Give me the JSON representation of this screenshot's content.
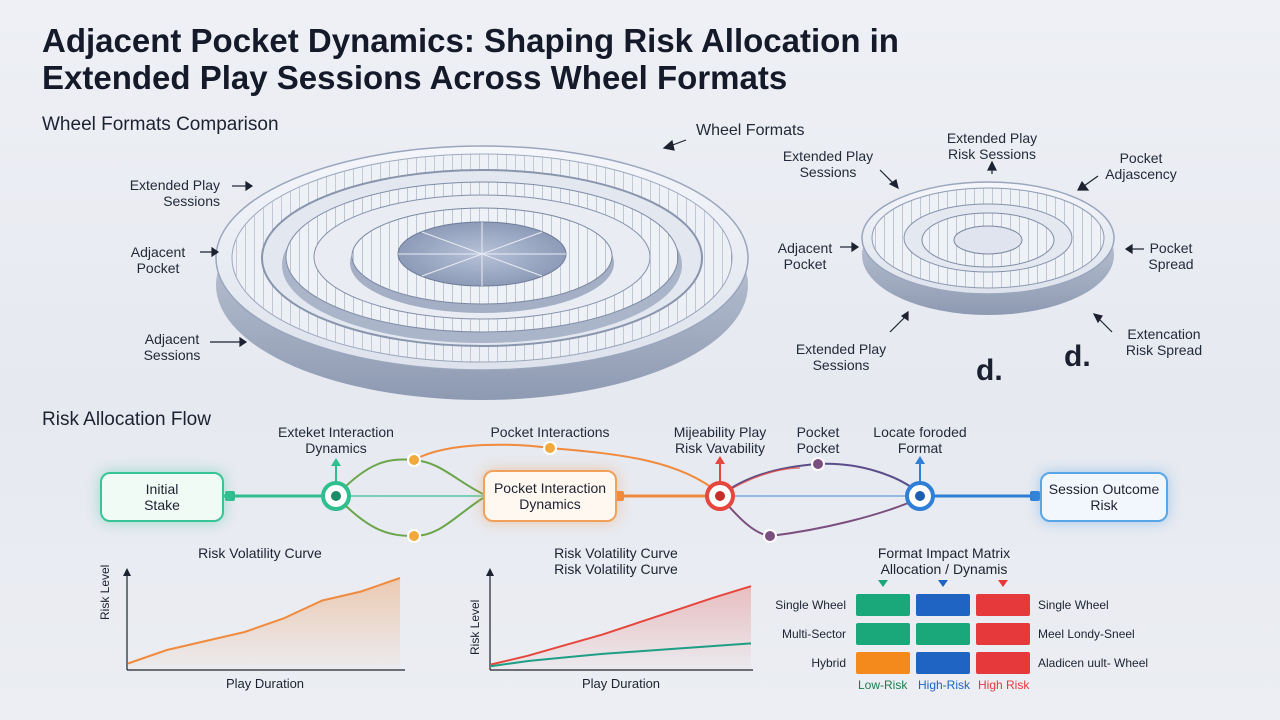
{
  "title": "Adjacent Pocket Dynamics: Shaping Risk Allocation in Extended Play Sessions Across Wheel Formats",
  "wheels": {
    "section_title": "Wheel Formats Comparison",
    "big_labels": {
      "extended_play_sessions": "Extended Play\nSessions",
      "adjacent_pocket": "Adjacent\nPocket",
      "adjacent_sessions": "Adjacent\nSessions",
      "wheel_formats": "Wheel Formats"
    },
    "small_labels": {
      "extended_play_sessions": "Extended Play\nSessions",
      "extended_play_risk_sessions": "Extended Play\nRisk Sessions",
      "pocket_adjascency": "Pocket\nAdjascency",
      "adjacent_pocket": "Adjacent\nPocket",
      "pocket_spread": "Pocket\nSpread",
      "extended_play_sessions_bottom": "Extended Play\nSessions",
      "extencation_risk_spread": "Extencation\nRisk Spread"
    },
    "marker_left": "d.",
    "marker_right": "d."
  },
  "flow": {
    "section_title": "Risk Allocation Flow",
    "nodes": {
      "initial": "Initial\nStake",
      "pocket": "Pocket Interaction\nDynamics",
      "outcome": "Session Outcome\nRisk"
    },
    "top_labels": {
      "exteket": "Exteket Interaction\nDynamics",
      "pocket_interactions": "Pocket Interactions",
      "mijeability": "Mijeability Play\nRisk Vavability",
      "pocket_pocket": "Pocket\nPocket",
      "locate": "Locate foroded\nFormat"
    },
    "colors": {
      "green": "#2fbf8f",
      "orange": "#f08a3c",
      "red": "#e5473d",
      "blue": "#2f7fd6",
      "purple": "#7a4f80"
    }
  },
  "chart1": {
    "title": "Risk Volatility Curve",
    "xlabel": "Play Duration",
    "ylabel": "Risk Level"
  },
  "chart2": {
    "title": "Risk Volatility Curve\nRisk Volatility Curve",
    "xlabel": "Play Duration",
    "ylabel": "Risk Level"
  },
  "chart_data": [
    {
      "type": "line",
      "series": [
        {
          "values": [
            0.05,
            0.2,
            0.3,
            0.4,
            0.55,
            0.75,
            0.85,
            1.0
          ],
          "color": "#f08a3c"
        }
      ]
    },
    {
      "type": "line",
      "series": [
        {
          "values": [
            0.04,
            0.14,
            0.26,
            0.38,
            0.52,
            0.66,
            0.8,
            0.93
          ],
          "color": "#e5473d"
        },
        {
          "values": [
            0.02,
            0.08,
            0.12,
            0.16,
            0.19,
            0.22,
            0.25,
            0.28
          ],
          "color": "#1f9e85"
        }
      ]
    }
  ],
  "matrix": {
    "title": "Format Impact Matrix\nAllocation / Dynamis",
    "rows_left": [
      "Single Wheel",
      "Multi-Sector",
      "Hybrid"
    ],
    "rows_right": [
      "Single Wheel",
      "Meel Londy-Sneel",
      "Aladicen uult- Wheel"
    ],
    "cells": [
      [
        "#1aa87a",
        "#1f64c2",
        "#e5393b"
      ],
      [
        "#1aa87a",
        "#1aa87a",
        "#e5393b"
      ],
      [
        "#f48a1c",
        "#1f64c2",
        "#e5393b"
      ]
    ],
    "legend": [
      {
        "label": "Low-Risk",
        "color": "#1e7a4a"
      },
      {
        "label": "High-Risk",
        "color": "#1f64c2"
      },
      {
        "label": "High Risk",
        "color": "#e5393b"
      }
    ],
    "arrow_colors": [
      "#1aa87a",
      "#1f64c2",
      "#e5393b"
    ]
  }
}
